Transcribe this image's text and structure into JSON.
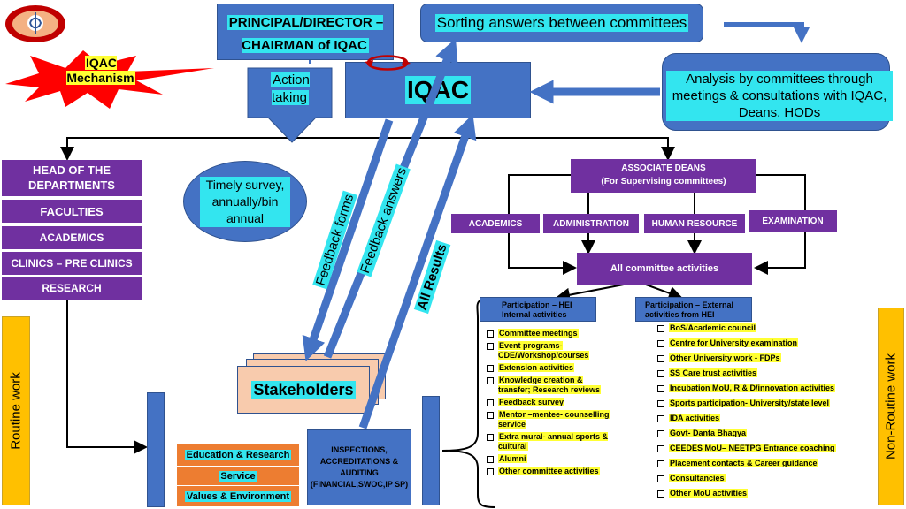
{
  "iqac_mechanism": "IQAC Mechanism",
  "principal": "PRINCIPAL/DIRECTOR – CHAIRMAN of IQAC",
  "sorting": "Sorting answers between committees",
  "analysis": "Analysis by committees through meetings & consultations with IQAC, Deans, HODs",
  "action_taking": "Action taking",
  "iqac": "IQAC",
  "timely_survey": "Timely survey, annually/bin annual",
  "feedback_forms": "Feedback forms",
  "feedback_answers": "Feedback answers",
  "all_results": "All Results",
  "stakeholders": "Stakeholders",
  "left_boxes": [
    "HEAD OF THE DEPARTMENTS",
    "FACULTIES",
    "ACADEMICS",
    "CLINICS – PRE CLINICS",
    "RESEARCH"
  ],
  "associate_deans": "ASSOCIATE DEANS",
  "associate_deans_sub": "(For Supervising committees)",
  "dean_areas": [
    "ACADEMICS",
    "ADMINISTRATION",
    "HUMAN RESOURCE",
    "EXAMINATION"
  ],
  "all_committee": "All committee activities",
  "internal_header": "Participation – HEI Internal activities",
  "external_header": "Participation – External activities from HEI",
  "internal_items": [
    "Committee meetings",
    "Event programs- CDE/Workshop/courses",
    "Extension activities",
    "Knowledge creation & transfer; Research reviews",
    "Feedback survey",
    "Mentor –mentee- counselling service",
    "Extra mural- annual sports & cultural",
    "Alumni",
    "Other committee activities"
  ],
  "external_items": [
    "BoS/Academic council",
    "Centre for University examination",
    "Other University work - FDPs",
    "SS Care trust activities",
    "Incubation MoU, R & D/innovation activities",
    "Sports participation- University/state level",
    "IDA activities",
    "Govt- Danta Bhagya",
    "CEEDES MoU– NEETPG Entrance coaching",
    "Placement contacts & Career guidance",
    "Consultancies",
    "Other MoU activities"
  ],
  "bottom_boxes": [
    "Education & Research",
    "Service",
    "Values & Environment"
  ],
  "inspections": "INSPECTIONS, ACCREDITATIONS & AUDITING (FINANCIAL,SWOC,IP SP)",
  "routine_work": "Routine work",
  "non_routine_work": "Non-Routine work",
  "colors": {
    "blue": "#4472c4",
    "purple": "#7030a0",
    "cyan": "#33e5ef",
    "yellow": "#ffff33",
    "orange": "#ed7d31",
    "gold": "#ffc000",
    "red": "#ff0000"
  }
}
